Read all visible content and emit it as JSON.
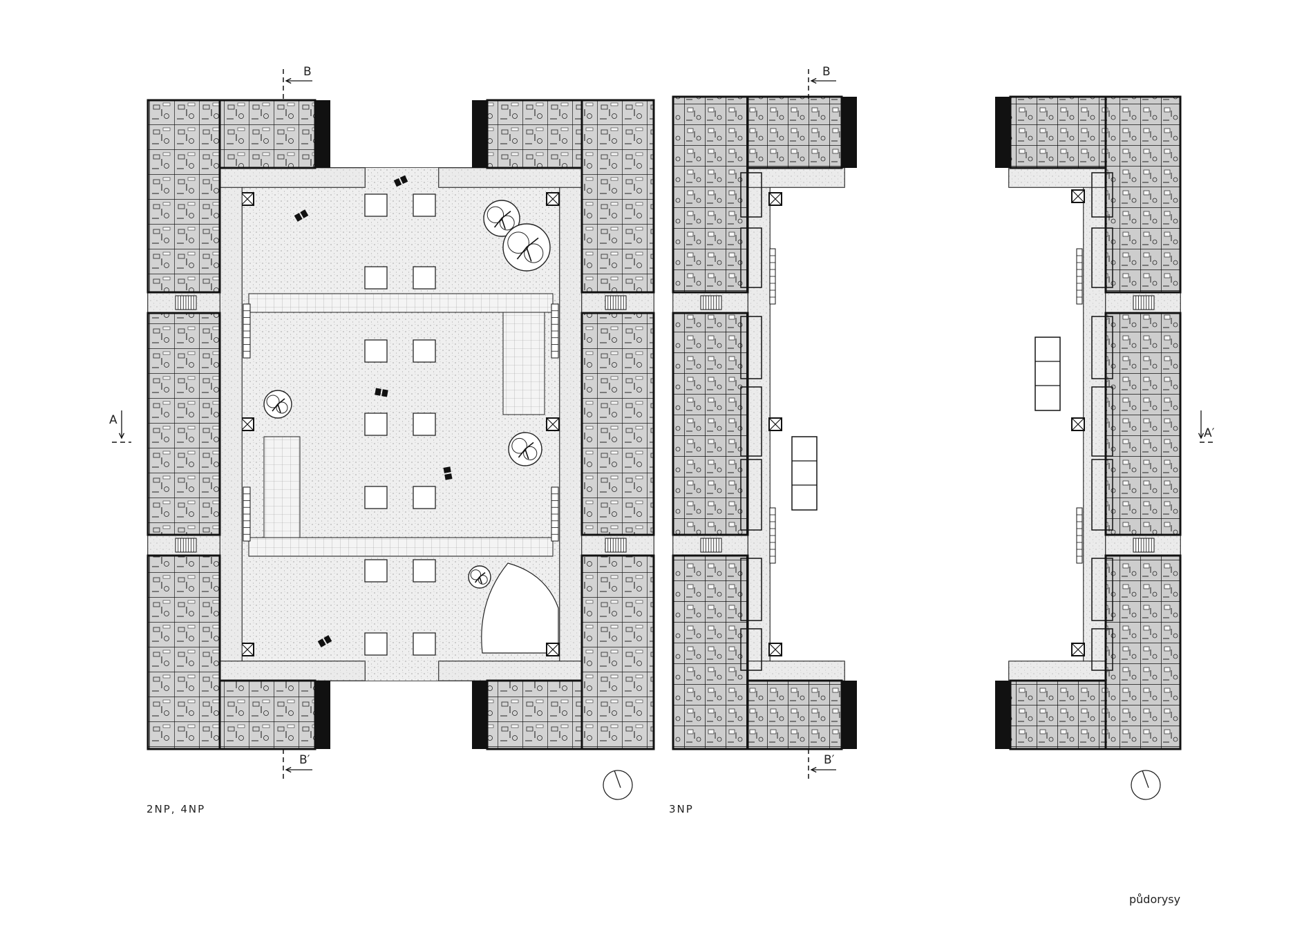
{
  "drawing": {
    "title": "půdorysy",
    "plans": [
      {
        "label": "2NP, 4NP"
      },
      {
        "label": "3NP"
      },
      {
        "label": ""
      }
    ],
    "section_marks": {
      "b_top_1": "B",
      "b_bot_1": "B′",
      "b_top_2": "B",
      "b_bot_2": "B′",
      "a_left": "A",
      "a_right": "A′"
    }
  },
  "colors": {
    "wall": "#111111",
    "unit_fill": "#cfcfcf",
    "courtyard_fill": "#ededed",
    "corridor_fill": "#e4e4e4",
    "line": "#222222"
  },
  "icons": [
    "north-arrow-icon",
    "tree-icon",
    "bench-icon",
    "planter-icon",
    "stair-icon",
    "column-icon"
  ]
}
